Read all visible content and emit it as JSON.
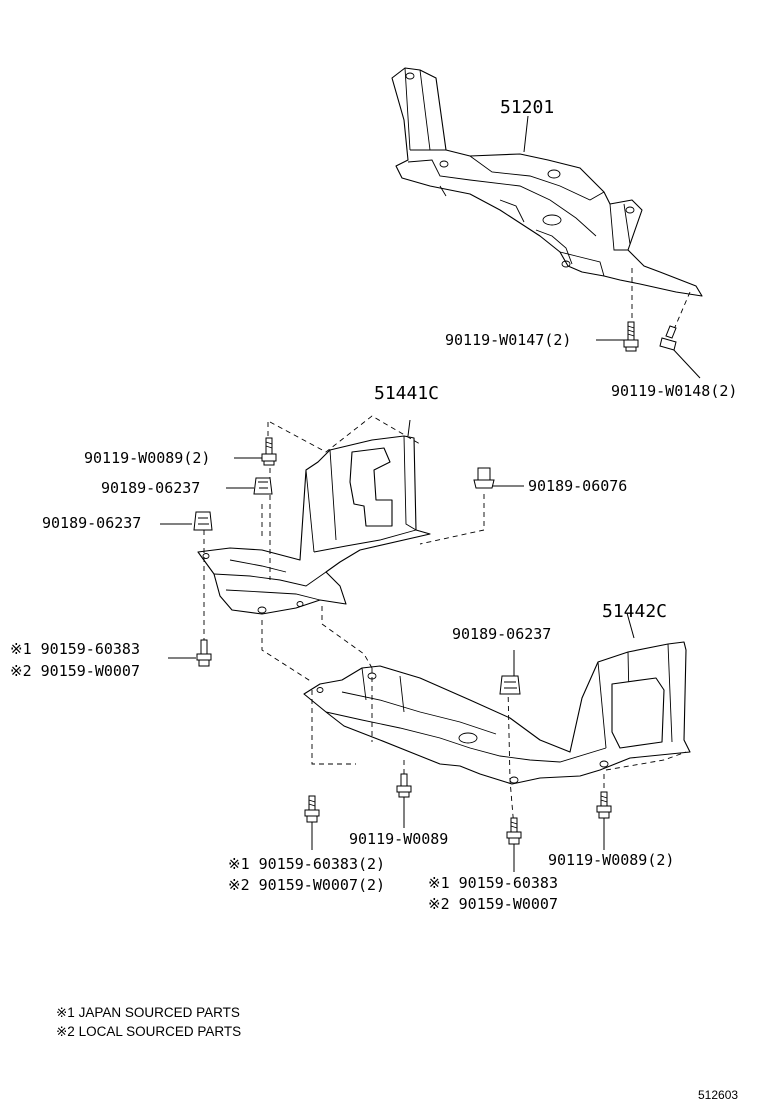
{
  "diagram_id": "512603",
  "parts": {
    "frame": "51201",
    "front_cover": "51441C",
    "rear_cover": "51442C"
  },
  "callouts": {
    "w0147": "90119-W0147(2)",
    "w0148": "90119-W0148(2)",
    "w0089_2_top": "90119-W0089(2)",
    "c06237_a": "90189-06237",
    "c06237_b": "90189-06237",
    "c06076": "90189-06076",
    "c06237_c": "90189-06237",
    "left_j": "90159-60383",
    "left_l": "90159-W0007",
    "w0089_single": "90119-W0089",
    "bottom_j": "90159-60383(2)",
    "bottom_l": "90159-W0007(2)",
    "mid_j": "90159-60383",
    "mid_l": "90159-W0007",
    "w0089_2_right": "90119-W0089(2)"
  },
  "marks": {
    "m1": "※1",
    "m2": "※2"
  },
  "legend": {
    "japan": "※1 JAPAN SOURCED PARTS",
    "local": "※2 LOCAL SOURCED PARTS"
  }
}
